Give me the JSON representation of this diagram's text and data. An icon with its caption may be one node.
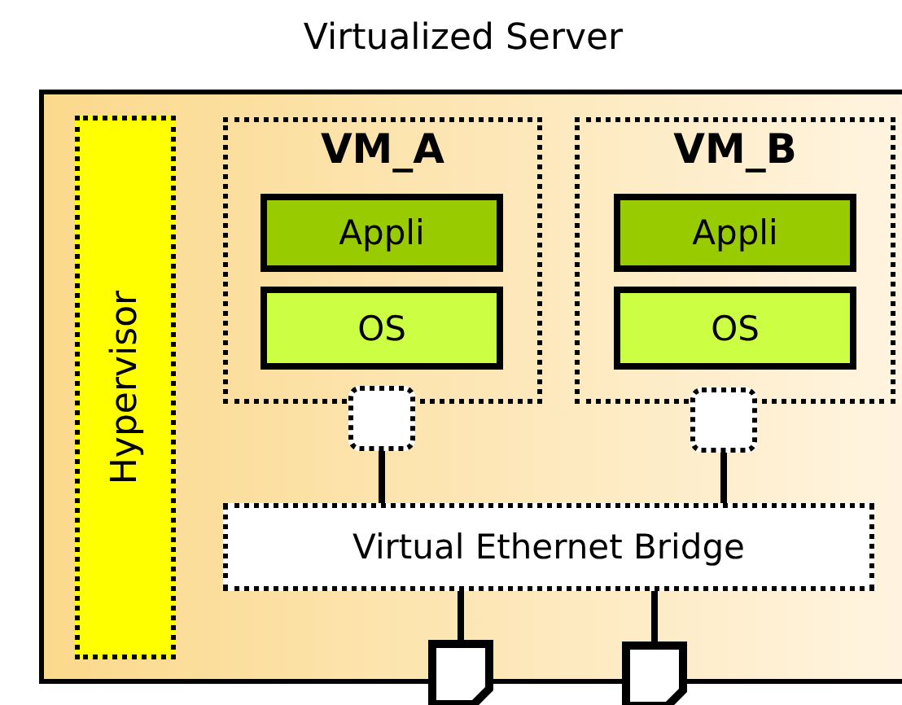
{
  "diagram": {
    "nodes": [
      {
        "text": [
          "Virtualized Server"
        ]
      },
      {
        "text": [
          "Hypervisor"
        ],
        "in": 0
      },
      {
        "text": [
          "VM_A"
        ],
        "in": 0
      },
      {
        "text": [
          "Appli"
        ],
        "in": 2
      },
      {
        "text": [
          "OS"
        ],
        "in": 2
      },
      {
        "text": [
          "VM_B"
        ],
        "in": 0
      },
      {
        "text": [
          "Appli"
        ],
        "in": 5
      },
      {
        "text": [
          "OS"
        ],
        "in": 5
      },
      {
        "text": [],
        "shape": "box",
        "in": 0
      },
      {
        "text": [],
        "shape": "box",
        "in": 0
      },
      {
        "text": [
          "Virtual Ethernet Bridge"
        ],
        "in": 0
      },
      {
        "text": [],
        "shape": "box"
      },
      {
        "text": [],
        "shape": "box"
      }
    ],
    "edges": [
      {
        "from": 8,
        "to": 10,
        "arrow": "none"
      },
      {
        "from": 9,
        "to": 10,
        "arrow": "none"
      },
      {
        "from": 10,
        "to": 11,
        "arrow": "none"
      },
      {
        "from": 10,
        "to": 12,
        "arrow": "none"
      }
    ]
  }
}
